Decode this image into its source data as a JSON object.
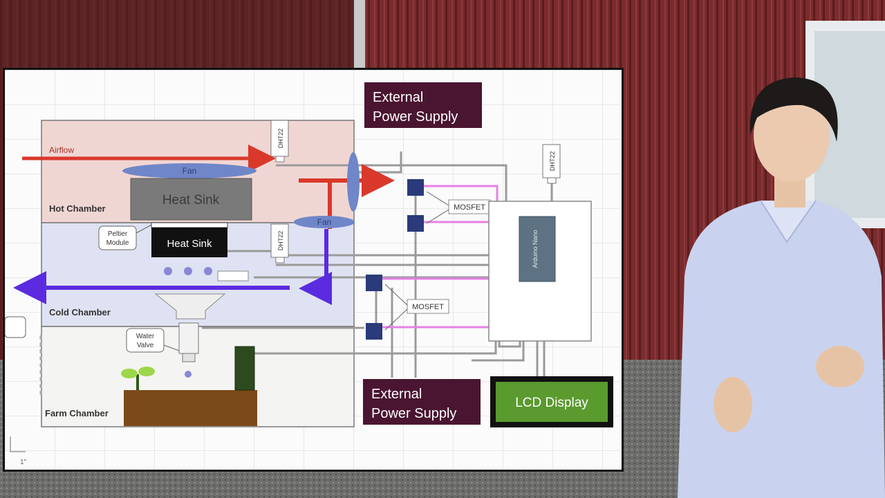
{
  "diagram": {
    "chambers": {
      "hot": "Hot Chamber",
      "cold": "Cold Chamber",
      "farm": "Farm Chamber"
    },
    "labels": {
      "airflow": "Airflow",
      "fan_top": "Fan",
      "fan_mid": "Fan",
      "heat_sink_top": "Heat Sink",
      "heat_sink_bottom": "Heat Sink",
      "peltier_line1": "Peltier",
      "peltier_line2": "Module",
      "water_valve_line1": "Water",
      "water_valve_line2": "Valve",
      "mosfet_top": "MOSFET",
      "mosfet_bottom": "MOSFET",
      "arduino": "Arduino Nano",
      "lcd": "LCD Display",
      "ext_power_top_line1": "External",
      "ext_power_top_line2": "Power Supply",
      "ext_power_bottom_line1": "External",
      "ext_power_bottom_line2": "Power Supply",
      "sensor_1": "DHT22",
      "sensor_2": "DHT22",
      "sensor_3": "DHT22",
      "scale": "1\""
    }
  },
  "colors": {
    "hot_chamber": "#f0d6d3",
    "cold_chamber": "#dfe2f2",
    "farm_chamber": "#f4f4f2",
    "power_box": "#4a1530",
    "lcd_fill": "#5a9a2f",
    "arduino_fill": "#5d7383",
    "mosfet": "#2a3a7a",
    "airflow_red": "#d9382a",
    "airflow_blue": "#5b2be0",
    "fan": "#6f86c8",
    "soil": "#7a4a18"
  }
}
